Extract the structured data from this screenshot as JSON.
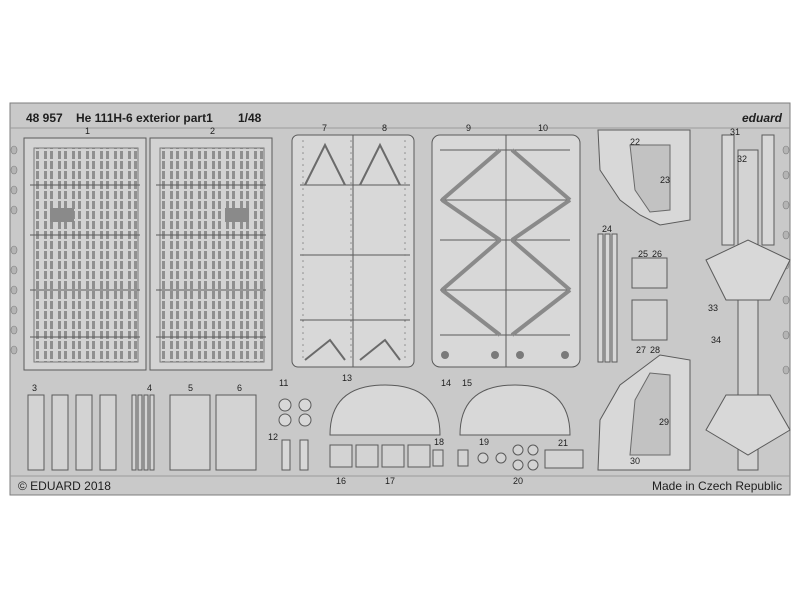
{
  "header": {
    "kit_number": "48 957",
    "title": "He 111H-6 exterior  part1",
    "scale": "1/48",
    "brand": "eduard"
  },
  "footer": {
    "copyright": "© EDUARD 2018",
    "origin": "Made in Czech Republic"
  },
  "colors": {
    "background": "#ffffff",
    "metal": "#c9c9c9",
    "metal_dark": "#9a9a9a",
    "metal_light": "#e2e2e2",
    "line": "#5a5a5a",
    "text": "#1e1e1e"
  },
  "part_labels": {
    "p1": "1",
    "p2": "2",
    "p3": "3",
    "p4": "4",
    "p5": "5",
    "p6": "6",
    "p7": "7",
    "p8": "8",
    "p9": "9",
    "p10": "10",
    "p11": "11",
    "p12": "12",
    "p13": "13",
    "p14": "14",
    "p15": "15",
    "p16": "16",
    "p17": "17",
    "p18": "18",
    "p19": "19",
    "p20": "20",
    "p21": "21",
    "p22": "22",
    "p23": "23",
    "p24": "24",
    "p25": "25",
    "p26": "26",
    "p27": "27",
    "p28": "28",
    "p29": "29",
    "p30": "30",
    "p31": "31",
    "p32": "32",
    "p33": "33",
    "p34": "34"
  }
}
